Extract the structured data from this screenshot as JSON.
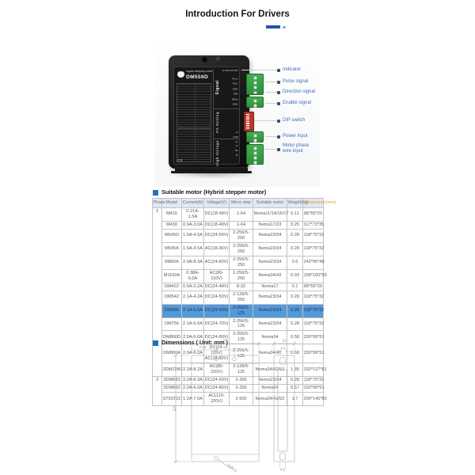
{
  "page": {
    "title": "Introduction For Drivers"
  },
  "driver": {
    "brand_line": "Digital Stepping Driver",
    "model": "DM556D",
    "indicator_text": "ALM/RUN/PWR",
    "signal_label": "Signal",
    "pa_label": "PA Setting",
    "hv_label": "High Voltage",
    "ce_mark": "CE",
    "signal_pins": [
      "PUL+",
      "PUL-",
      "DIR+",
      "DIR-",
      "ENA+",
      "ENA-"
    ],
    "power_pins": [
      "+V",
      "GND",
      "A+",
      "A-",
      "B+",
      "B-"
    ],
    "callouts": [
      "Indicator",
      "Pulse signal",
      "Direction signal",
      "Enable signal",
      "DIP switch",
      "Power input",
      "Motor phase wire input"
    ]
  },
  "motor_section": {
    "heading": "Suitable motor (Hybrid stepper motor)",
    "table": {
      "headers": [
        "Phase",
        "Model",
        "Current(A)",
        "Voltage(V)",
        "Micro step",
        "Suitable motor",
        "Weight(kg)",
        "Dimensions(mm)"
      ],
      "highlight_row_index": 8,
      "rows": [
        [
          "2",
          "M415",
          "0.21A-1.5A",
          "DC(18-48V)",
          "1-64",
          "Nema11/14/16/17",
          "0.11",
          "86*55*20"
        ],
        [
          "",
          "M430",
          "0.9A-3.0A",
          "DC(18-48V)",
          "1-64",
          "Nema17/23",
          "0.25",
          "117*73*35"
        ],
        [
          "",
          "M545D",
          "1.5A-4.5A",
          "DC(24-50V)",
          "2-256/5-250",
          "Nema23/34",
          "0.28",
          "118*75*32"
        ],
        [
          "",
          "M545A",
          "1.5A-4.5A",
          "AC(18-36V)",
          "2-256/5-250",
          "Nema23/34",
          "0.28",
          "118*75*32"
        ],
        [
          "",
          "M860A",
          "2.0A-8.3A",
          "AC(24-60V)",
          "2-256/5-250",
          "Nema23/34",
          "0.6",
          "142*95*48"
        ],
        [
          "",
          "M1160A",
          "0.38A-6.0A",
          "AC(80-110V)",
          "1-256/5-250",
          "Nema34/42",
          "0.93",
          "158*100*59"
        ],
        [
          "",
          "DM422",
          "0.5A-2.2A",
          "DC(24-48V)",
          "8-32",
          "Nema17",
          "0.1",
          "86*55*20"
        ],
        [
          "",
          "DM542",
          "2.1A-4.2A",
          "DC(24-50V)",
          "2-128/5-250",
          "Nema23/34",
          "0.28",
          "118*75*32"
        ],
        [
          "",
          "DM556",
          "2.1A-5.6A",
          "DC(24-50V)",
          "2-256/5-125",
          "Nema23/34",
          "0.28",
          "118*75*32"
        ],
        [
          "",
          "DM756",
          "2.1A-5.6A",
          "DC(24-70V)",
          "2-256/5-125",
          "Nema23/34",
          "0.28",
          "118*75*32"
        ],
        [
          "",
          "DM860D",
          "2.0A-6.0A",
          "DC(24-80V)",
          "2-256/5-125",
          "Nema34",
          "0.58",
          "150*99*51"
        ],
        [
          "",
          "DM860A",
          "2.0A-6.0A",
          "DC(24-110V)\nAC(18-80V)",
          "2-256/5-125",
          "Nema34/42",
          "0.68",
          "150*99*51"
        ],
        [
          "",
          "2DM2280",
          "2.2A-8.2A",
          "AC(80-220V)",
          "2-128/5-125",
          "Nema34/42/52",
          "1.35",
          "192*127*81"
        ],
        [
          "3",
          "3DM683",
          "3.2A-8.3A",
          "DC(24-50V)",
          "2-256",
          "Nema23/34",
          "0.28",
          "118*75*32"
        ],
        [
          "",
          "3DM860",
          "2.0A-6.0A",
          "DC(24-80V)",
          "2-256",
          "Nema34",
          "0.57",
          "150*99*51"
        ],
        [
          "",
          "ST03T22",
          "1.2A-7.0A",
          "AC(110-220V)",
          "2-500",
          "Nema34/42/52",
          "1.7",
          "200*140*80"
        ]
      ]
    }
  },
  "dims_section": {
    "heading": "Dimensions ( Unit: mm )",
    "labels": {
      "overall_width": "75",
      "hole_offset": "27.5",
      "hole_pitch": "28",
      "overall_height": "118",
      "overall_depth": "32",
      "slot_width": "4.5",
      "mount_holes": "3-Ø4.5",
      "bottom_slot": "4.5"
    }
  }
}
